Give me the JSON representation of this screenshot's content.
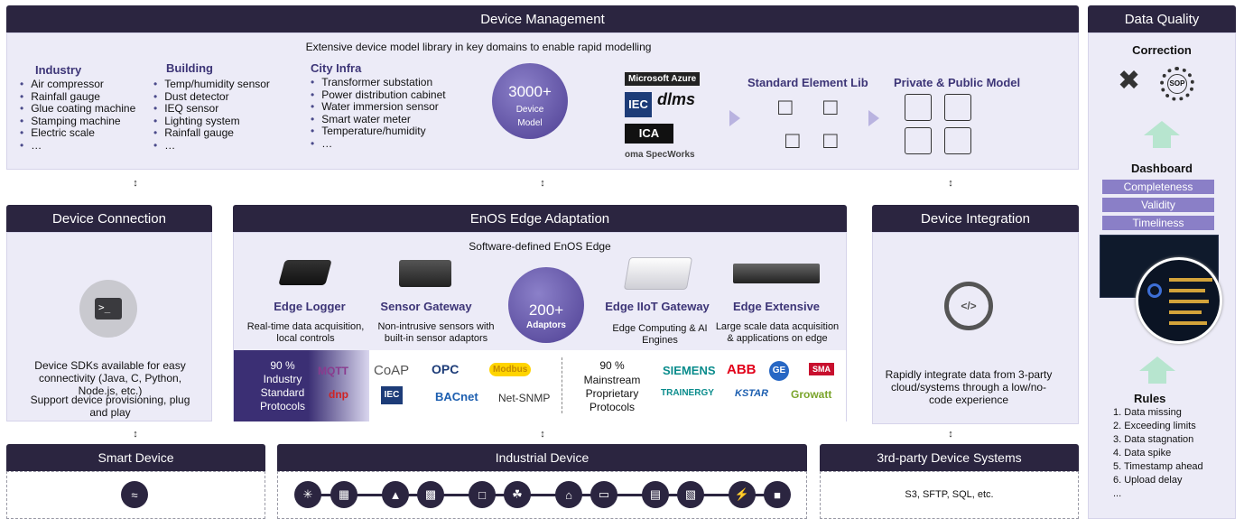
{
  "device_management": {
    "title": "Device Management",
    "subtitle": "Extensive device model library in key domains to enable rapid modelling",
    "columns": [
      {
        "title": "Industry",
        "items": [
          "Air compressor",
          "Rainfall gauge",
          "Glue coating machine",
          "Stamping machine",
          "Electric scale",
          "…"
        ]
      },
      {
        "title": "Building",
        "items": [
          "Temp/humidity sensor",
          "Dust detector",
          "IEQ sensor",
          "Lighting system",
          "Rainfall gauge",
          "…"
        ]
      },
      {
        "title": "City Infra",
        "items": [
          "Transformer substation",
          "Power distribution cabinet",
          "Water immersion sensor",
          "Smart water meter",
          "Temperature/humidity",
          "…"
        ]
      }
    ],
    "model_count": "3000+",
    "model_label_1": "Device",
    "model_label_2": "Model",
    "standards": [
      "Microsoft Azure",
      "IEC",
      "dlms",
      "ICA",
      "oma SpecWorks"
    ],
    "standard_lib": "Standard Element Lib",
    "private_public": "Private & Public Model"
  },
  "device_connection": {
    "title": "Device Connection",
    "desc_1": "Device SDKs available for easy connectivity (Java, C, Python, Node.js, etc.)",
    "desc_2": "Support device provisioning, plug and play"
  },
  "edge": {
    "title": "EnOS Edge Adaptation",
    "subtitle": "Software-defined EnOS Edge",
    "products": [
      {
        "name": "Edge Logger",
        "desc": "Real-time data acquisition, local controls"
      },
      {
        "name": "Sensor Gateway",
        "desc": "Non-intrusive sensors with built-in sensor adaptors"
      },
      {
        "name": "Edge IIoT Gateway",
        "desc": "Edge Computing & AI Engines"
      },
      {
        "name": "Edge Extensive",
        "desc": "Large scale data acquisition & applications on edge"
      }
    ],
    "adaptors_count": "200+",
    "adaptors_label": "Adaptors",
    "industry_pct": "90 %",
    "industry_label": "Industry Standard Protocols",
    "industry_logos": [
      "MQTT",
      "CoAP",
      "OPC",
      "Modbus",
      "dnp",
      "IEC",
      "BACnet",
      "Net-SNMP"
    ],
    "mainstream_pct": "90 %",
    "mainstream_label": "Mainstream Proprietary Protocols",
    "vendor_logos": [
      "SIEMENS",
      "ABB",
      "GE",
      "SMA",
      "TRAINERGY",
      "KSTAR",
      "Growatt"
    ]
  },
  "device_integration": {
    "title": "Device Integration",
    "desc": "Rapidly integrate data from 3-party cloud/systems through a low/no-code experience"
  },
  "bottom": {
    "smart_device": "Smart Device",
    "industrial_device": "Industrial Device",
    "third_party": "3rd-party Device Systems",
    "third_party_desc": "S3, SFTP, SQL, etc."
  },
  "data_quality": {
    "title": "Data Quality",
    "correction": "Correction",
    "sop": "SOP",
    "dashboard": "Dashboard",
    "metrics": [
      "Completeness",
      "Validity",
      "Timeliness"
    ],
    "rules_title": "Rules",
    "rules": [
      "1. Data missing",
      "2. Exceeding limits",
      "3. Data stagnation",
      "4. Data spike",
      "5. Timestamp ahead",
      "6. Upload delay",
      "..."
    ]
  },
  "icons": {
    "industrial": [
      "wind-turbine-icon",
      "solar-panel-icon",
      "transmission-tower-icon",
      "battery-rack-icon",
      "factory-icon",
      "plant-icon",
      "home-icon",
      "battery-icon",
      "air-conditioner-icon",
      "building-icon",
      "ev-charger-icon",
      "car-icon"
    ]
  },
  "colors": {
    "header": "#2b2540",
    "panel": "#ecebf7",
    "accent": "#4e3f93"
  }
}
